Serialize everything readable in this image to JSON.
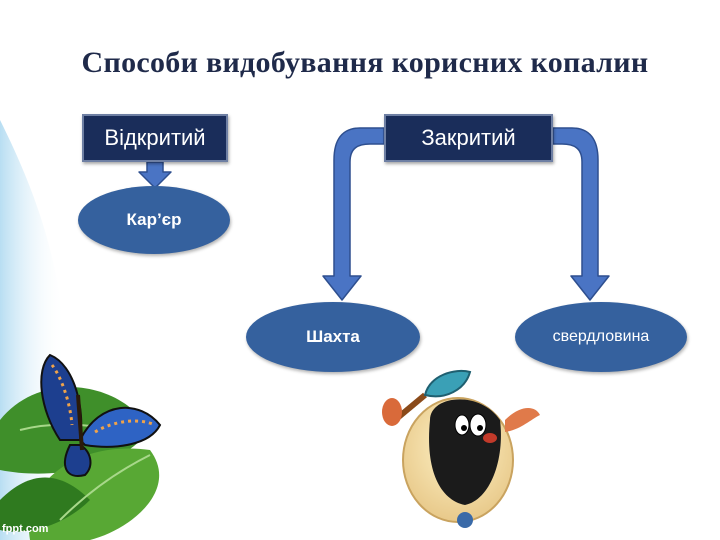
{
  "title": "Способи видобування корисних копалин",
  "categories": {
    "open": "Відкритий",
    "closed": "Закритий"
  },
  "methods": {
    "quarry": "Кар’єр",
    "mine": "Шахта",
    "borehole": "свердловина"
  },
  "watermark": "fppt.com",
  "colors": {
    "box_fill": "#1a2d5a",
    "oval_fill": "#35619e",
    "arrow_fill": "#4a74c4",
    "title_color": "#1f2a4a"
  },
  "icons": [
    "butterfly-on-leaf-illustration",
    "mole-with-shovel-illustration"
  ]
}
